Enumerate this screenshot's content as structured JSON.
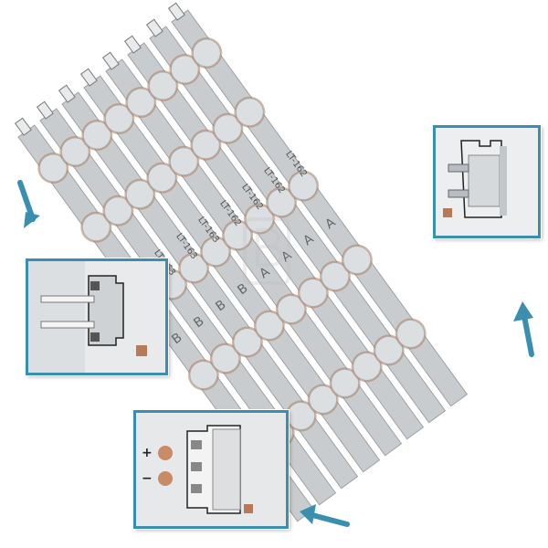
{
  "colors": {
    "strip": "#c9cccf",
    "strip_edge": "#9ea2a6",
    "lens": "#dcdfe2",
    "lens_base": "#b77a55",
    "accent_arrow": "#3a8fb0",
    "inset_border": "#3a8fb0"
  },
  "strips": [
    {
      "label": "LT-163",
      "letter": "B"
    },
    {
      "label": "LT-163",
      "letter": "B"
    },
    {
      "label": "LT-163",
      "letter": "B"
    },
    {
      "label": "LT-163",
      "letter": "B"
    },
    {
      "label": "LT-162",
      "letter": "A"
    },
    {
      "label": "LT-162",
      "letter": "A"
    },
    {
      "label": "LT-162",
      "letter": "A"
    },
    {
      "label": "LT-162",
      "letter": "A"
    }
  ],
  "connector_inset": {
    "plus": "+",
    "minus": "−"
  },
  "icons": [
    "arrow-down-left-icon",
    "arrow-up-icon",
    "arrow-left-icon"
  ]
}
